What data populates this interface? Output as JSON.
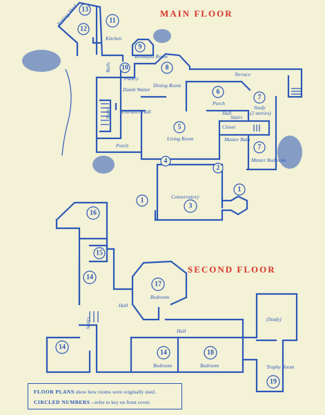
{
  "headings": {
    "main_floor": "MAIN FLOOR",
    "second_floor": "SECOND FLOOR"
  },
  "rooms_main": {
    "potting_shed": "Potting Shed",
    "kitchen": "Kitchen",
    "breakfast_room": "Breakfast Room",
    "pantry": "Pantry",
    "dumb_waiter": "Dumb Waiter",
    "dining_room": "Dining Room",
    "terrace": "Terrace",
    "porch_east": "Porch",
    "study": "Study",
    "study_note": "(2 stories)",
    "hall": "Hall",
    "stairs_east": "Stairs",
    "closet": "Closet",
    "master_bath": "Master Bath",
    "master_bedroom": "Master Bedroom",
    "stairs_west": "Stairs",
    "entrance_hall": "Entrance Hall",
    "porch_west": "Porch",
    "living_room": "Living Room",
    "conservatory": "Conservatory",
    "bells": "Bells"
  },
  "rooms_second": {
    "bedroom_17": "Bedroom",
    "hall_upper": "Hall",
    "hall_lower": "Hall",
    "stairs": "Stairs",
    "bedroom_14": "Bedroom",
    "bedroom_18": "Bedroom",
    "study": "(Study)",
    "trophy_room": "Trophy Room"
  },
  "numbers": {
    "n13": "13",
    "n12": "12",
    "n11": "11",
    "n9": "9",
    "n10": "10",
    "n8": "8",
    "n6": "6",
    "n7a": "7",
    "n7b": "7",
    "n5": "5",
    "n4": "4",
    "n2": "2",
    "n1a": "1",
    "n1b": "1",
    "n3": "3",
    "n16": "16",
    "n15": "15",
    "n14a": "14",
    "n17": "17",
    "n14b": "14",
    "n14c": "14",
    "n18": "18",
    "n19": "19"
  },
  "legend": {
    "line1_bold": "FLOOR PLANS",
    "line1_text": "show how rooms were originally used.",
    "line2_bold": "CIRCLED NUMBERS",
    "line2_text": "--refer to key on front cover."
  },
  "colors": {
    "ink": "#2a57b8",
    "heading": "#d8332b",
    "paper": "#f3f1d6"
  }
}
